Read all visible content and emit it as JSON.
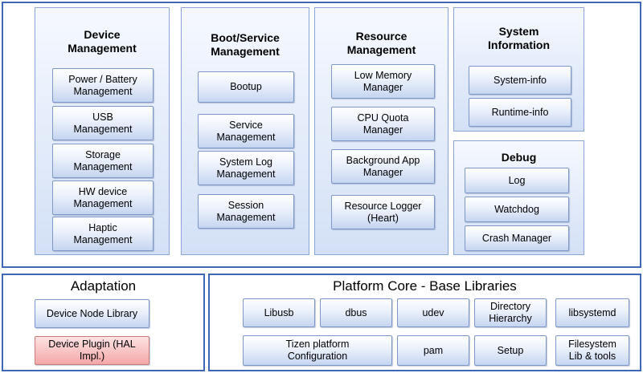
{
  "columns": {
    "device": {
      "title": "Device\nManagement",
      "items": [
        "Power / Battery\nManagement",
        "USB\nManagement",
        "Storage\nManagement",
        "HW device\nManagement",
        "Haptic\nManagement"
      ]
    },
    "boot": {
      "title": "Boot/Service\nManagement",
      "items": [
        "Bootup",
        "Service\nManagement",
        "System Log\nManagement",
        "Session\nManagement"
      ]
    },
    "resource": {
      "title": "Resource\nManagement",
      "items": [
        "Low Memory\nManager",
        "CPU Quota\nManager",
        "Background App\nManager",
        "Resource Logger\n(Heart)"
      ]
    },
    "sysinfo": {
      "title": "System\nInformation",
      "items": [
        "System-info",
        "Runtime-info"
      ]
    },
    "debug": {
      "title": "Debug",
      "items": [
        "Log",
        "Watchdog",
        "Crash Manager"
      ]
    }
  },
  "adaptation": {
    "title": "Adaptation",
    "items": [
      "Device Node Library",
      "Device Plugin (HAL Impl.)"
    ]
  },
  "platform": {
    "title": "Platform Core - Base Libraries",
    "row1": [
      "Libusb",
      "dbus",
      "udev",
      "Directory\nHierarchy",
      "libsystemd"
    ],
    "row2": [
      "Tizen platform\nConfiguration",
      "pam",
      "Setup",
      "Filesystem\nLib & tools"
    ]
  },
  "colors": {
    "frame": "#3d68b8",
    "box": "#c5d5f0",
    "plugin": "#f4a7a7"
  }
}
